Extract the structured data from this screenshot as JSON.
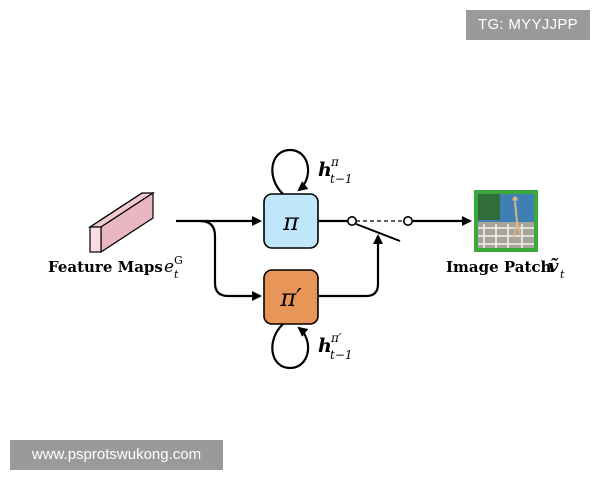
{
  "watermarks": {
    "top_right": "TG: MYYJJPP",
    "bottom_left": "www.psprotswukong.com"
  },
  "input": {
    "label_text": "Feature Maps ",
    "symbol": "e",
    "superscript": "G",
    "subscript": "t"
  },
  "policy_top": {
    "symbol": "π",
    "hidden_state": {
      "symbol": "h",
      "superscript": "π",
      "subscript": "t−1"
    }
  },
  "policy_bottom": {
    "symbol": "π′",
    "hidden_state": {
      "symbol": "h",
      "superscript": "π′",
      "subscript": "t−1"
    }
  },
  "output": {
    "label_text": "Image Patch ",
    "symbol": "ṽ",
    "subscript": "t"
  },
  "colors": {
    "policy_top_fill": "#bfe6fb",
    "policy_bottom_fill": "#e8955a",
    "cuboid_fill": "#f9dbe1",
    "patch_border": "#3aa83a"
  }
}
